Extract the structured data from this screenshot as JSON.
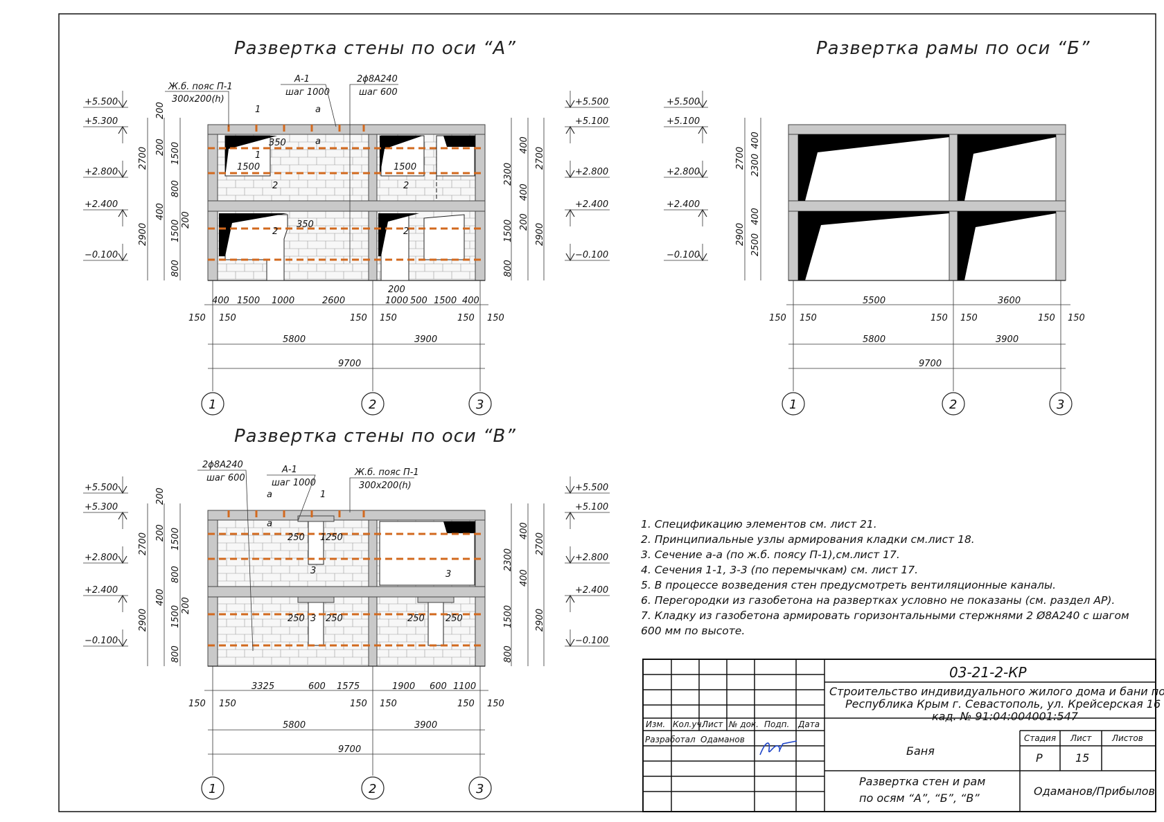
{
  "drawing": {
    "titles": {
      "wall_a": "Развертка стены по оси “А”",
      "frame_b": "Развертка рамы по оси “Б”",
      "wall_v": "Развертка стены по оси “В”"
    },
    "levels_left": [
      "+5.500",
      "+5.300",
      "+2.800",
      "+2.400",
      "−0.100"
    ],
    "levels_right_a": [
      "+5.500",
      "+5.100",
      "+2.800",
      "+2.400",
      "−0.100"
    ],
    "levels_frame": [
      "+5.500",
      "+5.100",
      "+2.800",
      "+2.400",
      "−0.100"
    ],
    "vert_dims_a_left": [
      "200",
      "200",
      "1500",
      "800",
      "400",
      "200",
      "1500",
      "800"
    ],
    "vert_dims_a_left_total": [
      "2700",
      "2900"
    ],
    "vert_dims_a_right": [
      "400",
      "2300",
      "400",
      "200",
      "1500",
      "800"
    ],
    "vert_dims_a_right_total": [
      "2700",
      "2900"
    ],
    "vert_dims_frame": [
      "400",
      "2300",
      "400",
      "2500"
    ],
    "vert_dims_frame_total": [
      "2700",
      "2900"
    ],
    "wall_a_callouts": {
      "belt": "Ж.б. пояс П-1",
      "belt_size": "300х200(h)",
      "a1": "А-1",
      "a1_step": "шаг 1000",
      "rebar": "2ϕ8А240",
      "rebar_step": "шаг 600",
      "sec1": "1",
      "sec2": "2",
      "seca": "а",
      "d350": "350",
      "w1500": "1500"
    },
    "wall_a_bottom_dims": [
      "400",
      "1500",
      "1000",
      "2600",
      "200",
      "1000",
      "500",
      "1500",
      "400"
    ],
    "wall_a_150": "150",
    "span_dims": [
      "5800",
      "3900"
    ],
    "total_dim": "9700",
    "frame_clear_dims": [
      "5500",
      "3600"
    ],
    "axes": [
      "1",
      "2",
      "3"
    ],
    "wall_v_callouts": {
      "rebar": "2ϕ8А240",
      "rebar_step": "шаг 600",
      "a1": "А-1",
      "a1_step": "шаг 1000",
      "belt": "Ж.б. пояс П-1",
      "belt_size": "300х200(h)",
      "seca": "а",
      "sec1": "1",
      "sec3": "3",
      "d250": "250"
    },
    "wall_v_bottom_dims": [
      "3325",
      "600",
      "1575",
      "1900",
      "600",
      "1100"
    ]
  },
  "notes": [
    "1. Спецификацию элементов см. лист 21.",
    "2. Принципиальные узлы армирования кладки см.лист 18.",
    "3. Сечение а-а (по ж.б. поясу П-1),см.лист 17.",
    "4. Сечения 1-1, 3-3 (по перемычкам) см. лист 17.",
    "5. В процессе возведения стен предусмотреть вентиляционные каналы.",
    "6. Перегородки из газобетона на развертках условно не показаны (см. раздел АР).",
    "7. Кладку из газобетона армировать горизонтальными стержнями 2 Ø8А240 с шагом",
    "600 мм по высоте."
  ],
  "title_block": {
    "code": "03-21-2-КР",
    "project_l1": "Строительство индивидуального жилого дома и бани по адресу:",
    "project_l2": "Республика Крым г. Севастополь, ул. Крейсерская 16",
    "project_l3": "кад. № 91:04:004001:547",
    "headers": [
      "Изм.",
      "Кол.уч.",
      "Лист",
      "№ док.",
      "Подп.",
      "Дата"
    ],
    "role": "Разработал",
    "author": "Одаманов",
    "object": "Баня",
    "stage_label": "Стадия",
    "sheet_label": "Лист",
    "sheets_label": "Листов",
    "stage": "Р",
    "sheet": "15",
    "sheet_title_l1": "Развертка стен и рам",
    "sheet_title_l2": "по осям “А”, “Б”, “В”",
    "org": "Одаманов/Прибылов"
  }
}
